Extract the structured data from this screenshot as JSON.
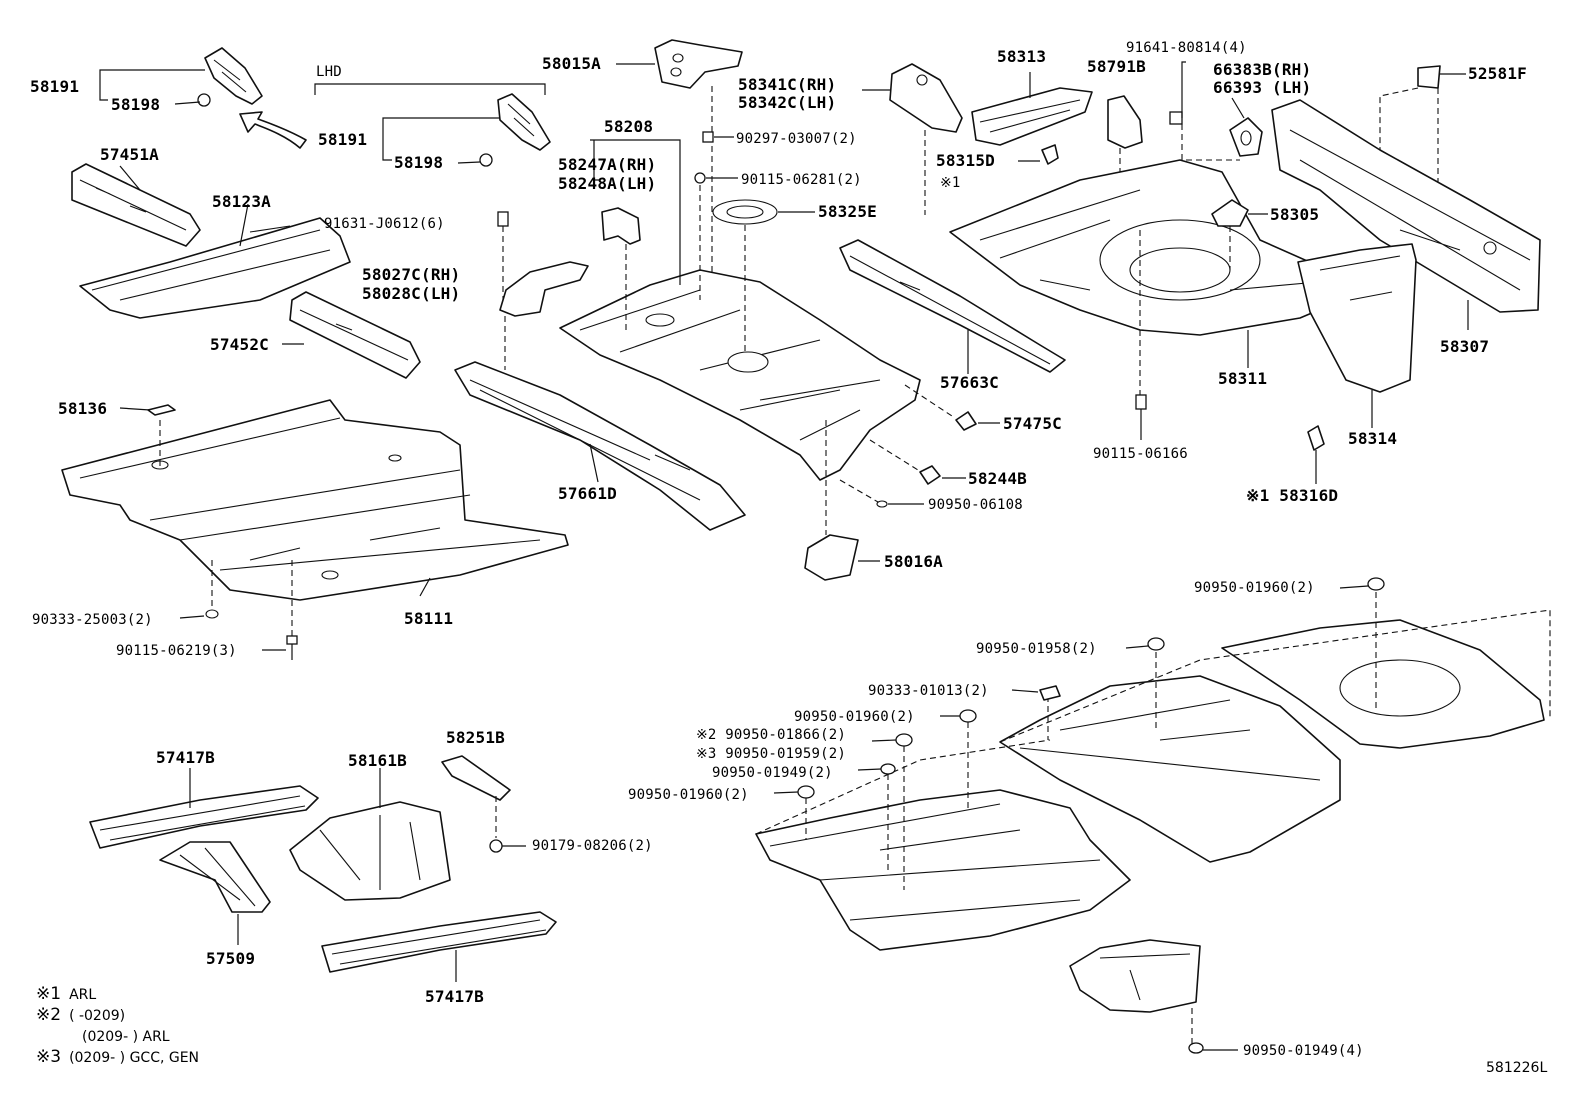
{
  "lhd_label": "LHD",
  "code": "581226L",
  "notes": [
    {
      "mark": "※1",
      "text": "ARL"
    },
    {
      "mark": "※2",
      "text": "(          -0209)"
    },
    {
      "mark": "",
      "text": "(0209-          ) ARL"
    },
    {
      "mark": "※3",
      "text": "(0209-          ) GCC, GEN"
    }
  ],
  "labels": {
    "p58191a": "58191",
    "p58198a": "58198",
    "p58191b": "58191",
    "p58198b": "58198",
    "p58015a": "58015A",
    "p58341c": "58341C(RH)",
    "p58342c": "58342C(LH)",
    "p58313": "58313",
    "p58791b": "58791B",
    "p91641": "91641-80814(4)",
    "p66383b": "66383B(RH)",
    "p66393": "66393  (LH)",
    "p52581f": "52581F",
    "p57451a": "57451A",
    "p58208": "58208",
    "p90297": "90297-03007(2)",
    "p58247a": "58247A(RH)",
    "p58248a": "58248A(LH)",
    "p90115_06281": "90115-06281(2)",
    "p58315d": "58315D",
    "mark1a": "※1",
    "p58123a": "58123A",
    "p58325e": "58325E",
    "p58305": "58305",
    "p91631": "91631-J0612(6)",
    "p58027c": "58027C(RH)",
    "p58028c": "58028C(LH)",
    "p57452c": "57452C",
    "p58307": "58307",
    "p57663c": "57663C",
    "p58311": "58311",
    "p58136": "58136",
    "p57475c": "57475C",
    "p58314": "58314",
    "p90115_06166": "90115-06166",
    "p58244b": "58244B",
    "p57661d": "57661D",
    "p58316d": "※1 58316D",
    "p90950_06108": "90950-06108",
    "p58016a": "58016A",
    "p90950_01960a": "90950-01960(2)",
    "p90333_25003": "90333-25003(2)",
    "p58111": "58111",
    "p90115_06219": "90115-06219(3)",
    "p90950_01958": "90950-01958(2)",
    "p90333_01013": "90333-01013(2)",
    "p90950_01960b": "90950-01960(2)",
    "p90950_01866": "※2 90950-01866(2)",
    "p90950_01959": "※3 90950-01959(2)",
    "p90950_01949a": "90950-01949(2)",
    "p90950_01960c": "90950-01960(2)",
    "p58251b": "58251B",
    "p57417b_a": "57417B",
    "p58161b": "58161B",
    "p90179": "90179-08206(2)",
    "p57509": "57509",
    "p57417b_b": "57417B",
    "p90950_01949b": "90950-01949(4)"
  }
}
